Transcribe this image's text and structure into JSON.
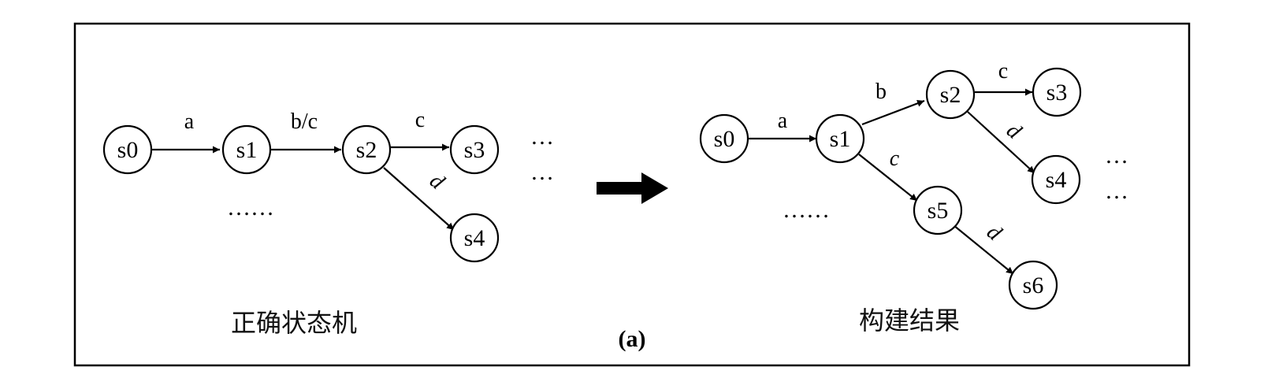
{
  "panel_label": "(a)",
  "left": {
    "caption": "正确状态机",
    "nodes": [
      "s0",
      "s1",
      "s2",
      "s3",
      "s4"
    ],
    "edges": [
      "a",
      "b/c",
      "c",
      "d"
    ],
    "ellipsis_short": "…",
    "ellipsis_long": "……"
  },
  "right": {
    "caption": "构建结果",
    "nodes": [
      "s0",
      "s1",
      "s2",
      "s3",
      "s4",
      "s5",
      "s6"
    ],
    "edges": [
      "a",
      "b",
      "c",
      "c",
      "d",
      "d"
    ],
    "ellipsis_short": "…",
    "ellipsis_long": "……"
  },
  "colors": {
    "stroke": "#000000",
    "background": "#ffffff"
  }
}
